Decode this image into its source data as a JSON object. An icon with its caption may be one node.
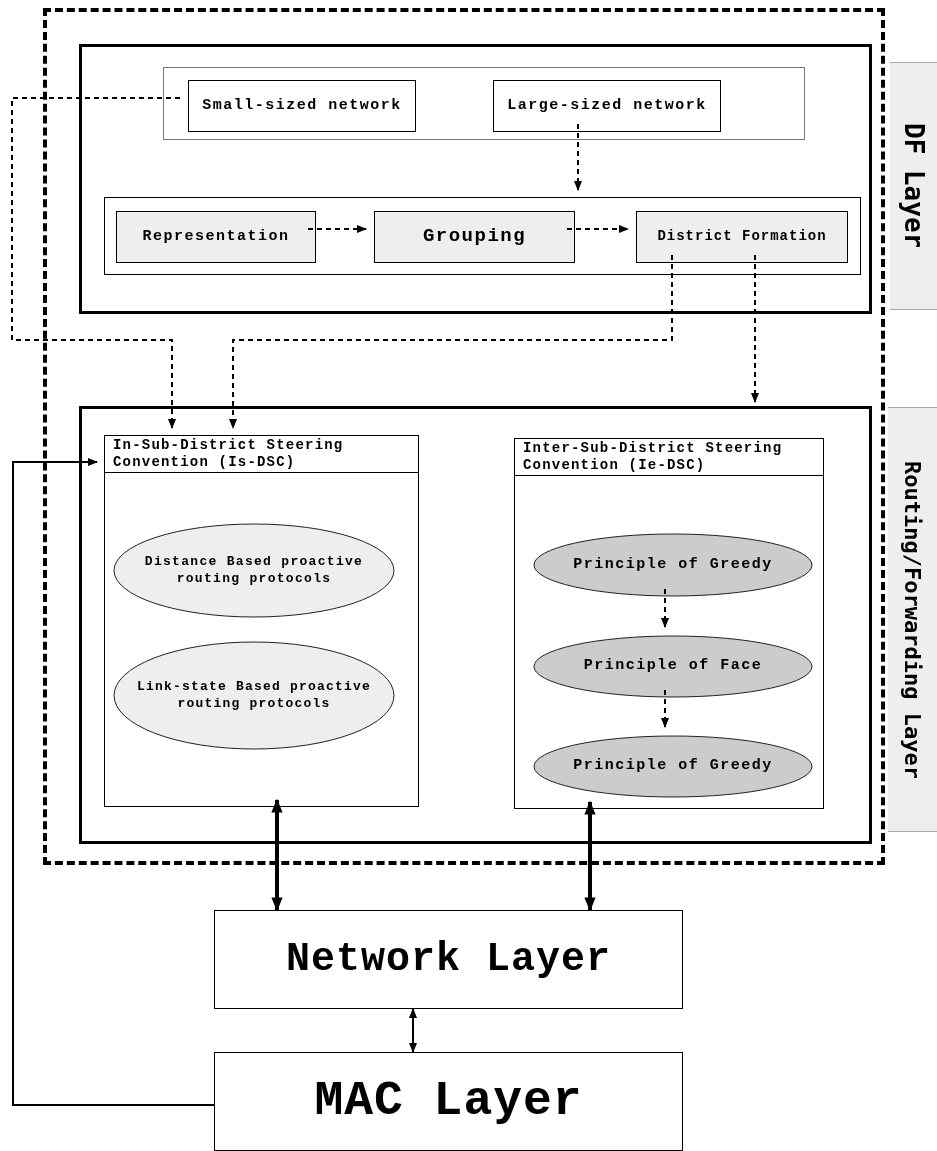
{
  "diagram": {
    "nodes": [
      {
        "text": [],
        "shape": "box"
      },
      {
        "text": [],
        "shape": "box",
        "in": 0
      },
      {
        "text": [],
        "shape": "box",
        "in": 1
      },
      {
        "text": [
          "Small-sized network"
        ],
        "in": 2
      },
      {
        "text": [
          "Large-sized network"
        ],
        "in": 2
      },
      {
        "text": [],
        "shape": "box",
        "in": 1
      },
      {
        "text": [
          "Representation"
        ],
        "in": 5
      },
      {
        "text": [
          "Grouping"
        ],
        "in": 5
      },
      {
        "text": [
          "District Formation"
        ],
        "in": 5
      },
      {
        "text": [],
        "shape": "box",
        "in": 0
      },
      {
        "text": [
          "In-Sub-District Steering Convention (Is-DSC)"
        ],
        "in": 9
      },
      {
        "text": [
          "Distance Based proactive routing protocols"
        ],
        "in": 10
      },
      {
        "text": [
          "Link-state Based proactive routing protocols"
        ],
        "in": 10
      },
      {
        "text": [
          "Inter-Sub-District Steering Convention (Ie-DSC)"
        ],
        "in": 9
      },
      {
        "text": [
          "Principle of Greedy"
        ],
        "in": 13
      },
      {
        "text": [
          "Principle of Face"
        ],
        "in": 13
      },
      {
        "text": [
          "Principle of Greedy"
        ],
        "in": 13
      },
      {
        "text": [
          "Network Layer"
        ]
      },
      {
        "text": [
          "MAC Layer"
        ]
      },
      {
        "text": [
          "DF Layer"
        ]
      },
      {
        "text": [
          "Routing/Forwarding Layer"
        ]
      }
    ],
    "edges": [
      {
        "from": 3,
        "to": 10,
        "arrow": "to",
        "style": "dashed"
      },
      {
        "from": 4,
        "to": 5,
        "arrow": "to",
        "style": "dashed"
      },
      {
        "from": 6,
        "to": 7,
        "arrow": "to",
        "style": "dashed"
      },
      {
        "from": 7,
        "to": 8,
        "arrow": "to",
        "style": "dashed"
      },
      {
        "from": 8,
        "to": 10,
        "arrow": "to",
        "style": "dashed"
      },
      {
        "from": 8,
        "to": 9,
        "arrow": "to",
        "style": "dashed"
      },
      {
        "from": 14,
        "to": 15,
        "arrow": "to",
        "style": "dashed"
      },
      {
        "from": 15,
        "to": 16,
        "arrow": "to",
        "style": "dashed"
      },
      {
        "from": 10,
        "to": 17,
        "arrow": "both",
        "style": "thick"
      },
      {
        "from": 13,
        "to": 17,
        "arrow": "both",
        "style": "thick"
      },
      {
        "from": 17,
        "to": 18,
        "arrow": "both"
      },
      {
        "from": 18,
        "to": 10,
        "arrow": "to"
      }
    ]
  }
}
